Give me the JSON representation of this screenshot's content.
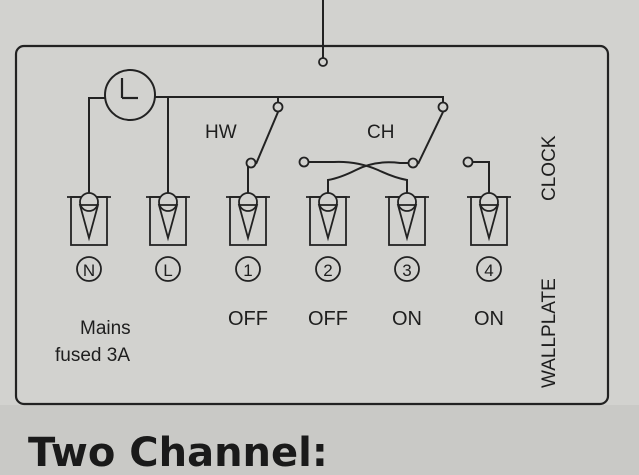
{
  "diagram": {
    "switch_labels": {
      "hw": "HW",
      "ch": "CH"
    },
    "side_labels": {
      "clock": "CLOCK",
      "wallplate": "WALLPLATE"
    },
    "mains_note": [
      "Mains",
      "fused 3A"
    ],
    "terminals": [
      {
        "id": "N",
        "state": ""
      },
      {
        "id": "L",
        "state": ""
      },
      {
        "id": "1",
        "state": "OFF"
      },
      {
        "id": "2",
        "state": "OFF"
      },
      {
        "id": "3",
        "state": "ON"
      },
      {
        "id": "4",
        "state": "ON"
      }
    ]
  },
  "heading": "Two Channel:"
}
